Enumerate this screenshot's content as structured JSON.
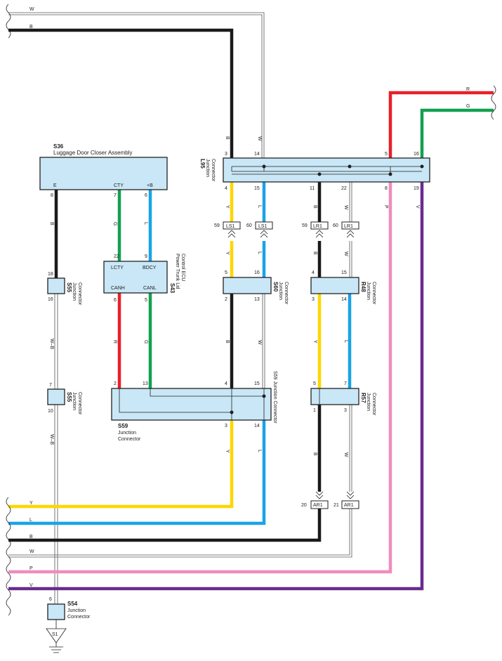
{
  "colors": {
    "B": "#1a1a1a",
    "W": "#ffffff",
    "R": "#e8202a",
    "G": "#12a150",
    "L": "#1aa3e8",
    "Y": "#ffd500",
    "P": "#f08cbd",
    "V": "#6a2a8e",
    "box_fill": "#c9e7f6"
  },
  "wire_labels": {
    "W": "W",
    "B": "B",
    "R": "R",
    "G": "G",
    "L": "L",
    "Y": "Y",
    "P": "P",
    "V": "V",
    "WB": "W–B"
  },
  "components": {
    "s36": {
      "id": "S36",
      "name": "Luggage Door Closer Assembly",
      "pin_e": "E",
      "pin_cty": "CTY",
      "pin_b": "+B",
      "num_e": "8",
      "num_cty": "7",
      "num_b": "6"
    },
    "l95": {
      "id": "L95",
      "name1": "Junction",
      "name2": "Connector",
      "top": [
        "3",
        "14",
        "5",
        "16"
      ],
      "bottom": [
        "4",
        "15",
        "11",
        "22",
        "8",
        "19"
      ]
    },
    "s43": {
      "id": "S43",
      "name1": "Power Trunk Lid",
      "name2": "Control ECU",
      "pin_lcty": "LCTY",
      "pin_bdcy": "BDCY",
      "pin_canh": "CANH",
      "pin_canl": "CANL",
      "num_lcty": "22",
      "num_bdcy": "9",
      "num_canh": "6",
      "num_canl": "5"
    },
    "s55a": {
      "id": "S55",
      "name1": "Junction",
      "name2": "Connector",
      "top": "18",
      "bottom": "16"
    },
    "s55b": {
      "id": "S55",
      "name1": "Junction",
      "name2": "Connector",
      "top": "7",
      "bottom": "10"
    },
    "s60": {
      "id": "S60",
      "name1": "Junction",
      "name2": "Connector",
      "top": [
        "5",
        "16"
      ],
      "bottom": [
        "2",
        "13"
      ]
    },
    "r48": {
      "id": "R48",
      "name1": "Junction",
      "name2": "Connector",
      "top": [
        "4",
        "15"
      ],
      "bottom": [
        "3",
        "14"
      ]
    },
    "s59": {
      "id": "S59",
      "name1": "Junction",
      "name2": "Connector",
      "side": "S59 Junction Connector",
      "top": [
        "2",
        "13",
        "4",
        "15"
      ],
      "bottom": [
        "3",
        "14"
      ]
    },
    "r57": {
      "id": "R57",
      "name1": "Junction",
      "name2": "Connector",
      "top": [
        "5",
        "7"
      ],
      "bottom": [
        "1",
        "3"
      ]
    },
    "s54": {
      "id": "S54",
      "name1": "Junction",
      "name2": "Connector",
      "top": "6"
    },
    "ground": {
      "id": "S1"
    }
  },
  "connectors": {
    "ls1_a": {
      "pin": "59",
      "name": "LS1"
    },
    "ls1_b": {
      "pin": "60",
      "name": "LS1"
    },
    "lr1_a": {
      "pin": "59",
      "name": "LR1"
    },
    "lr1_b": {
      "pin": "60",
      "name": "LR1"
    },
    "ar1_a": {
      "pin": "20",
      "name": "AR1"
    },
    "ar1_b": {
      "pin": "21",
      "name": "AR1"
    }
  }
}
